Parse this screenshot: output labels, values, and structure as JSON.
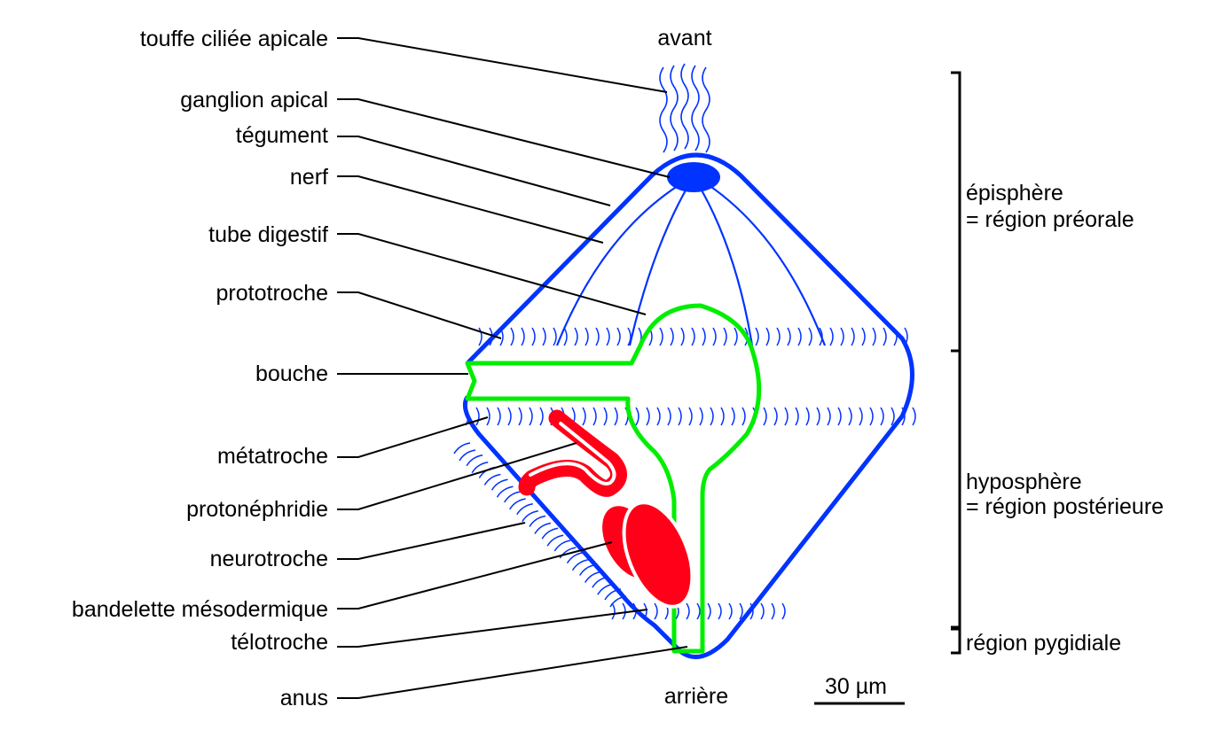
{
  "labels": {
    "touffe": "touffe ciliée apicale",
    "ganglion": "ganglion apical",
    "tegument": "tégument",
    "nerf": "nerf",
    "tube": "tube digestif",
    "prototroche": "prototroche",
    "bouche": "bouche",
    "metatroche": "métatroche",
    "protonephridie": "protonéphridie",
    "neurotroche": "neurotroche",
    "bandelette": "bandelette mésodermique",
    "telotroche": "télotroche",
    "anus": "anus"
  },
  "orientation": {
    "front": "avant",
    "back": "arrière"
  },
  "regions": {
    "episphere_line1": "épisphère",
    "episphere_line2": "= région préorale",
    "hyposphere_line1": "hyposphère",
    "hyposphere_line2": "= région postérieure",
    "pygidial": "région pygidiale"
  },
  "scale_bar": {
    "label": "30 µm"
  },
  "colors": {
    "tegument": "#0033ff",
    "cilia": "#0033ff",
    "digestive": "#00ee00",
    "organs": "#ff0018",
    "leader": "#000000"
  }
}
